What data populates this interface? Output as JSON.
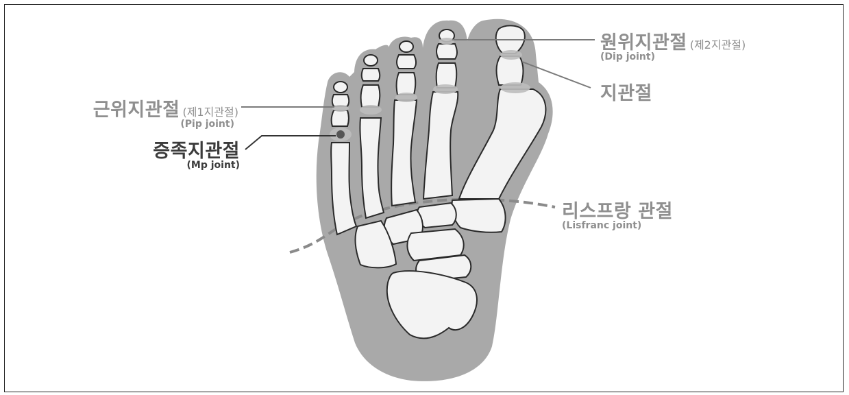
{
  "labels": {
    "dip": {
      "main": "원위지관절",
      "paren": "(제2지관절)",
      "sub": "(Dip joint)"
    },
    "ip": {
      "main": "지관절"
    },
    "pip": {
      "main": "근위지관절",
      "paren": "(제1지관절)",
      "sub": "(Pip joint)"
    },
    "mp": {
      "main": "증족지관절",
      "sub": "(Mp joint)"
    },
    "lisfranc": {
      "main": "리스프랑 관절",
      "sub": "(Lisfranc joint)"
    }
  },
  "colors": {
    "foot_outline": "#a9a9a9",
    "bone": "#f3f3f3",
    "bone_stroke": "#2a2a2a",
    "joint_highlight": "#bdbdbd",
    "label_light": "#8f8f8f",
    "label_dark": "#3b3b3b",
    "leader": "#7a7a7a"
  }
}
